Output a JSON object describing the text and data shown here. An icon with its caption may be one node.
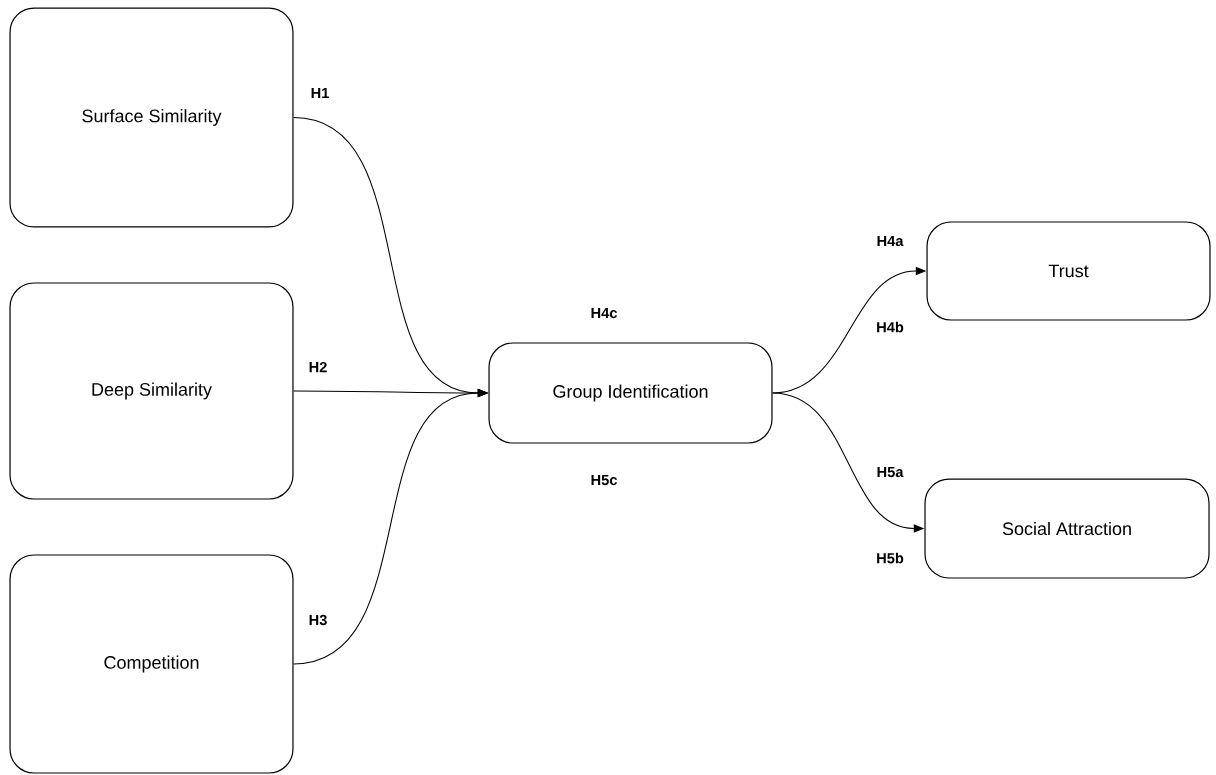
{
  "diagram": {
    "nodes": [
      {
        "text": [
          "Surface Similarity"
        ]
      },
      {
        "text": [
          "Deep Similarity"
        ]
      },
      {
        "text": [
          "Competition"
        ]
      },
      {
        "text": [
          "Group Identification"
        ]
      },
      {
        "text": [
          "Trust"
        ]
      },
      {
        "text": [
          "Social Attraction"
        ]
      }
    ],
    "edges": [
      {
        "from": 0,
        "to": 3,
        "arrow": "to",
        "label": "H1"
      },
      {
        "from": 1,
        "to": 3,
        "arrow": "to",
        "label": "H2"
      },
      {
        "from": 2,
        "to": 3,
        "arrow": "to",
        "label": "H3"
      },
      {
        "from": 3,
        "to": 4,
        "arrow": "to"
      },
      {
        "from": 3,
        "to": 5,
        "arrow": "to"
      }
    ],
    "labels": [
      "H4a",
      "H4c",
      "H4b",
      "H5a",
      "H5c",
      "H5b"
    ]
  }
}
